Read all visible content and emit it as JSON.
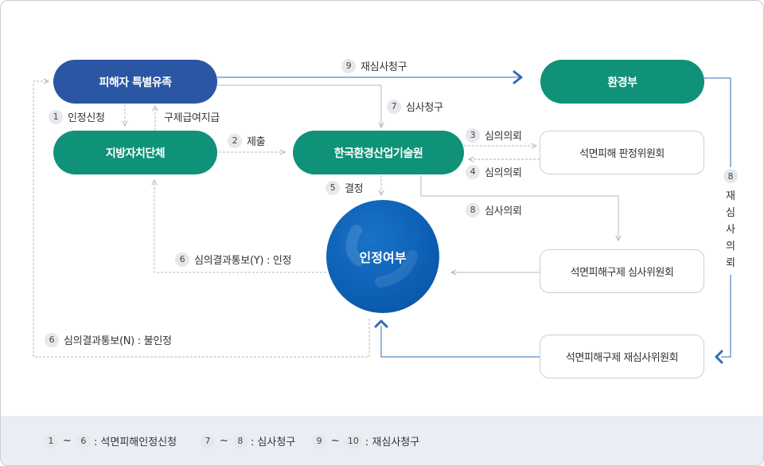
{
  "nodes": {
    "victim": "피해자 특별유족",
    "ministry": "환경부",
    "local_gov": "지방자치단체",
    "keiti": "한국환경산업기술원",
    "judgment_committee": "석면피해 판정위원회",
    "review_committee": "석면피해구제 심사위원회",
    "rereview_committee": "석면피해구제 재심사위원회",
    "decision": "인정여부"
  },
  "labels": {
    "step1": {
      "num": "1",
      "text": "인정신청"
    },
    "relief": {
      "text": "구제급여지급"
    },
    "step2": {
      "num": "2",
      "text": "제출"
    },
    "step3": {
      "num": "3",
      "text": "심의의뢰"
    },
    "step4": {
      "num": "4",
      "text": "심의의뢰"
    },
    "step5": {
      "num": "5",
      "text": "결정"
    },
    "step6y": {
      "num": "6",
      "text": "심의결과통보(Y) : 인정"
    },
    "step6n": {
      "num": "6",
      "text": "심의결과통보(N) : 불인정"
    },
    "step7": {
      "num": "7",
      "text": "심사청구"
    },
    "step8a": {
      "num": "8",
      "text": "심사의뢰"
    },
    "step8b": {
      "num": "8",
      "chars": [
        "재",
        "심",
        "사",
        "의",
        "뢰"
      ]
    },
    "step9": {
      "num": "9",
      "text": "재심사청구"
    }
  },
  "legend": [
    {
      "from": "1",
      "to": "6",
      "text": ": 석면피해인정신청"
    },
    {
      "from": "7",
      "to": "8",
      "text": ": 심사청구"
    },
    {
      "from": "9",
      "to": "10",
      "text": ": 재심사청구"
    }
  ],
  "colors": {
    "blue_node": "#2a56a3",
    "green_node": "#0f9278",
    "decision_circle": "#0d60b5",
    "solid_line": "#2f6db5",
    "dashed_line": "#b5b8bd",
    "footer_bg": "#e9eef5"
  }
}
